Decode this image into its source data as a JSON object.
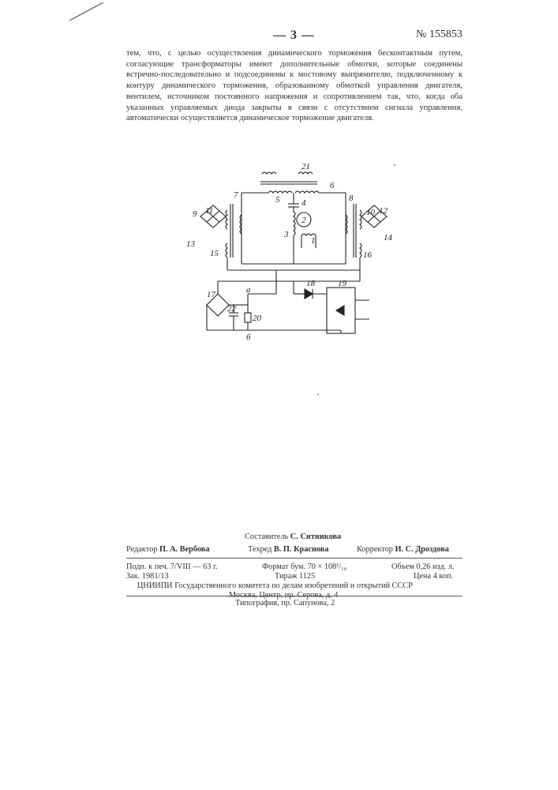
{
  "header": {
    "page_number": "— 3 —",
    "patent_number": "№ 155853"
  },
  "body_text": "тем, что, с целью осуществления динамического торможения бесконтактным путем, согласующие трансформаторы имеют дополнительные обмотки, которые соединены встречно-последовательно и подсоединены к мостовому выпрямителю, подключенному к контуру динамического торможения, образованному обмоткой управления двигателя, вентилем, источником постоянного напряжения и сопротивлением так, что, когда оба указанных управляемых диода закрыты в связи с отсутствием сигнала управления, автоматически осуществляется динамическое торможение двигателя.",
  "diagram": {
    "labels": {
      "l1": "1",
      "l2": "2",
      "l3": "3",
      "l4": "4",
      "l5": "5",
      "l6": "6",
      "l7": "7",
      "l8": "8",
      "l9": "9",
      "l10": "10",
      "l11": "11",
      "l12": "12",
      "l13": "13",
      "l14": "14",
      "l15": "15",
      "l16": "16",
      "l17": "17",
      "l18": "18",
      "l19": "19",
      "l20": "20",
      "l21": "21",
      "l22": "22",
      "la": "а",
      "lb": "б"
    }
  },
  "imprint": {
    "compiler_label": "Составитель",
    "compiler_name": "С. Ситникова",
    "editor_label": "Редактор",
    "editor_name": "П. А. Вербова",
    "techred_label": "Техред",
    "techred_name": "В. П. Краснова",
    "corrector_label": "Корректор",
    "corrector_name": "И. С. Дроздова",
    "signed": "Подп. к печ. 7/VIII — 63 г.",
    "format": "Формат бум. 70 × 108¹/₁₆",
    "volume": "Объем 0,26 изд. л.",
    "order": "Зак. 1981/13",
    "circulation": "Тираж 1125",
    "price": "Цена 4 коп.",
    "institute": "ЦНИИПИ Государственного комитета по делам изобретений и открытий СССР",
    "address": "Москва, Центр, пр. Серова, д. 4",
    "printing": "Типография, пр. Сапунова, 2"
  }
}
